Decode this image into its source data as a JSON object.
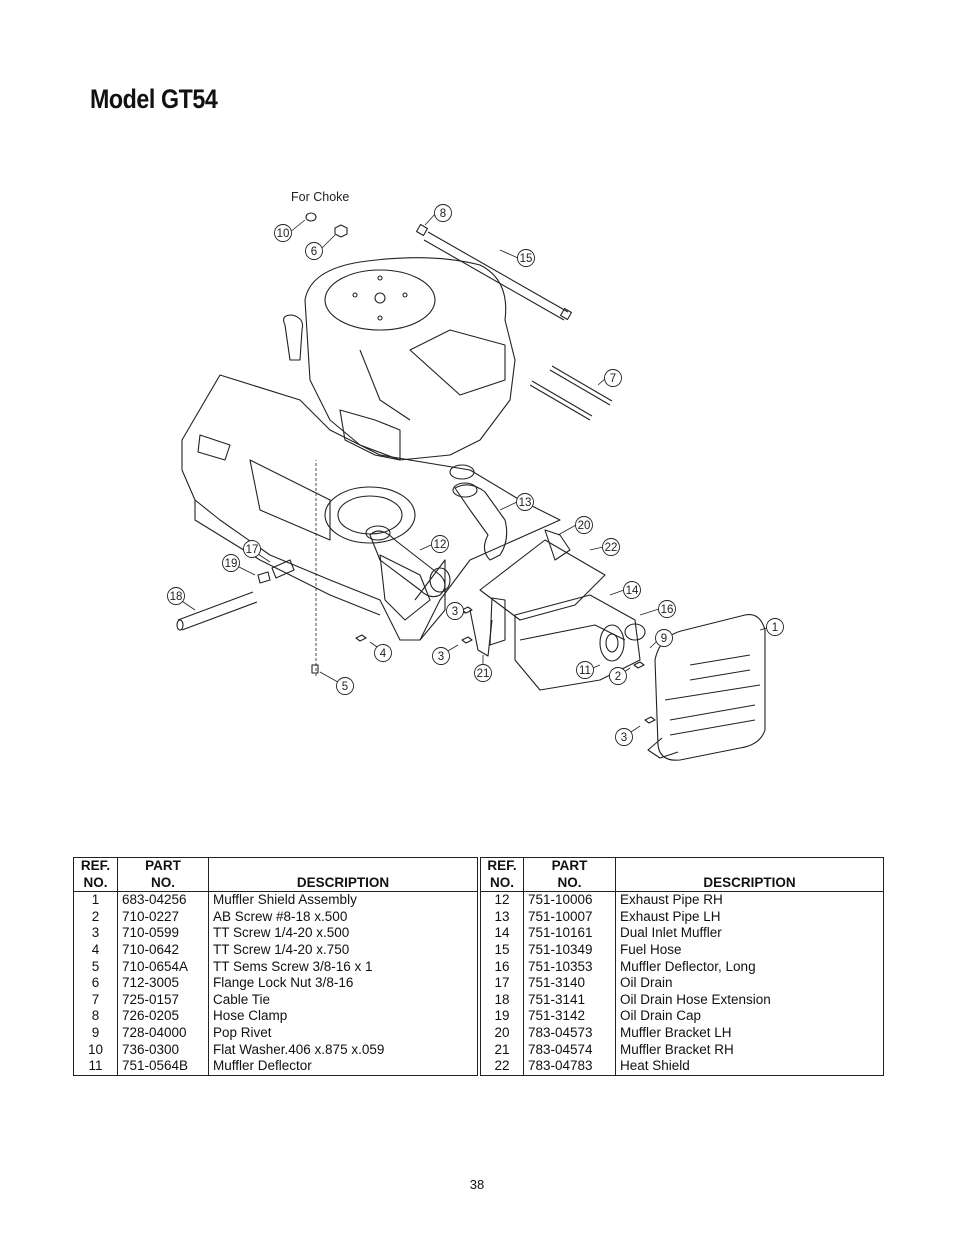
{
  "page_title": "Model GT54",
  "diagram": {
    "note": "For Choke",
    "callouts": [
      "1",
      "2",
      "3",
      "3",
      "3",
      "4",
      "5",
      "6",
      "7",
      "8",
      "9",
      "10",
      "11",
      "12",
      "13",
      "14",
      "15",
      "16",
      "17",
      "18",
      "19",
      "20",
      "21",
      "22"
    ]
  },
  "table": {
    "headers": {
      "ref_line1": "REF.",
      "ref_line2": "NO.",
      "part_line1": "PART",
      "part_line2": "NO.",
      "desc": "DESCRIPTION"
    },
    "left_rows": [
      {
        "ref": "1",
        "part": "683-04256",
        "desc": "Muffler Shield Assembly"
      },
      {
        "ref": "2",
        "part": "710-0227",
        "desc": "AB Screw #8-18 x.500"
      },
      {
        "ref": "3",
        "part": "710-0599",
        "desc": "TT Screw 1/4-20 x.500"
      },
      {
        "ref": "4",
        "part": "710-0642",
        "desc": "TT Screw 1/4-20 x.750"
      },
      {
        "ref": "5",
        "part": "710-0654A",
        "desc": "TT Sems Screw 3/8-16 x 1"
      },
      {
        "ref": "6",
        "part": "712-3005",
        "desc": "Flange Lock Nut 3/8-16"
      },
      {
        "ref": "7",
        "part": "725-0157",
        "desc": "Cable Tie"
      },
      {
        "ref": "8",
        "part": "726-0205",
        "desc": "Hose Clamp"
      },
      {
        "ref": "9",
        "part": "728-04000",
        "desc": "Pop Rivet"
      },
      {
        "ref": "10",
        "part": "736-0300",
        "desc": "Flat Washer.406 x.875 x.059"
      },
      {
        "ref": "11",
        "part": "751-0564B",
        "desc": "Muffler Deflector"
      }
    ],
    "right_rows": [
      {
        "ref": "12",
        "part": "751-10006",
        "desc": "Exhaust Pipe RH"
      },
      {
        "ref": "13",
        "part": "751-10007",
        "desc": "Exhaust Pipe LH"
      },
      {
        "ref": "14",
        "part": "751-10161",
        "desc": "Dual Inlet Muffler"
      },
      {
        "ref": "15",
        "part": "751-10349",
        "desc": "Fuel Hose"
      },
      {
        "ref": "16",
        "part": "751-10353",
        "desc": "Muffler Deflector, Long"
      },
      {
        "ref": "17",
        "part": "751-3140",
        "desc": "Oil Drain"
      },
      {
        "ref": "18",
        "part": "751-3141",
        "desc": "Oil Drain Hose Extension"
      },
      {
        "ref": "19",
        "part": "751-3142",
        "desc": "Oil Drain Cap"
      },
      {
        "ref": "20",
        "part": "783-04573",
        "desc": "Muffler Bracket LH"
      },
      {
        "ref": "21",
        "part": "783-04574",
        "desc": "Muffler Bracket RH"
      },
      {
        "ref": "22",
        "part": "783-04783",
        "desc": "Heat Shield"
      }
    ]
  },
  "page_number": "38"
}
